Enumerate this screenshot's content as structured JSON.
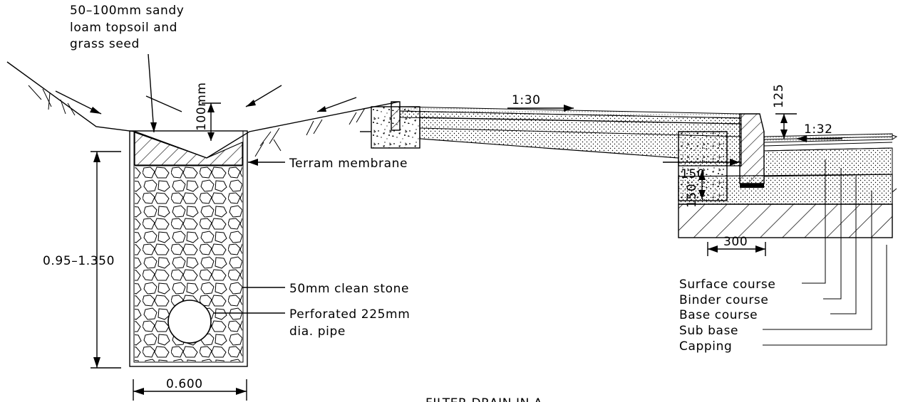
{
  "labels": {
    "topsoil_line1": "50–100mm sandy",
    "topsoil_line2": "loam topsoil and",
    "topsoil_line3": "grass seed",
    "depth_100": "100mm",
    "terram": "Terram membrane",
    "clean_stone": "50mm clean stone",
    "pipe_line1": "Perforated 225mm",
    "pipe_line2": "dia. pipe",
    "trench_depth": "0.95–1.350",
    "trench_width": "0.600",
    "fall_1_30": "1:30",
    "fall_1_32": "1:32",
    "dim_125": "125",
    "dim_150_h": "150",
    "dim_150_v": "150",
    "dim_300": "300",
    "surface_course": "Surface course",
    "binder_course": "Binder course",
    "base_course": "Base course",
    "sub_base": "Sub base",
    "capping": "Capping",
    "drawing_title": "FILTER DRAIN IN A"
  }
}
